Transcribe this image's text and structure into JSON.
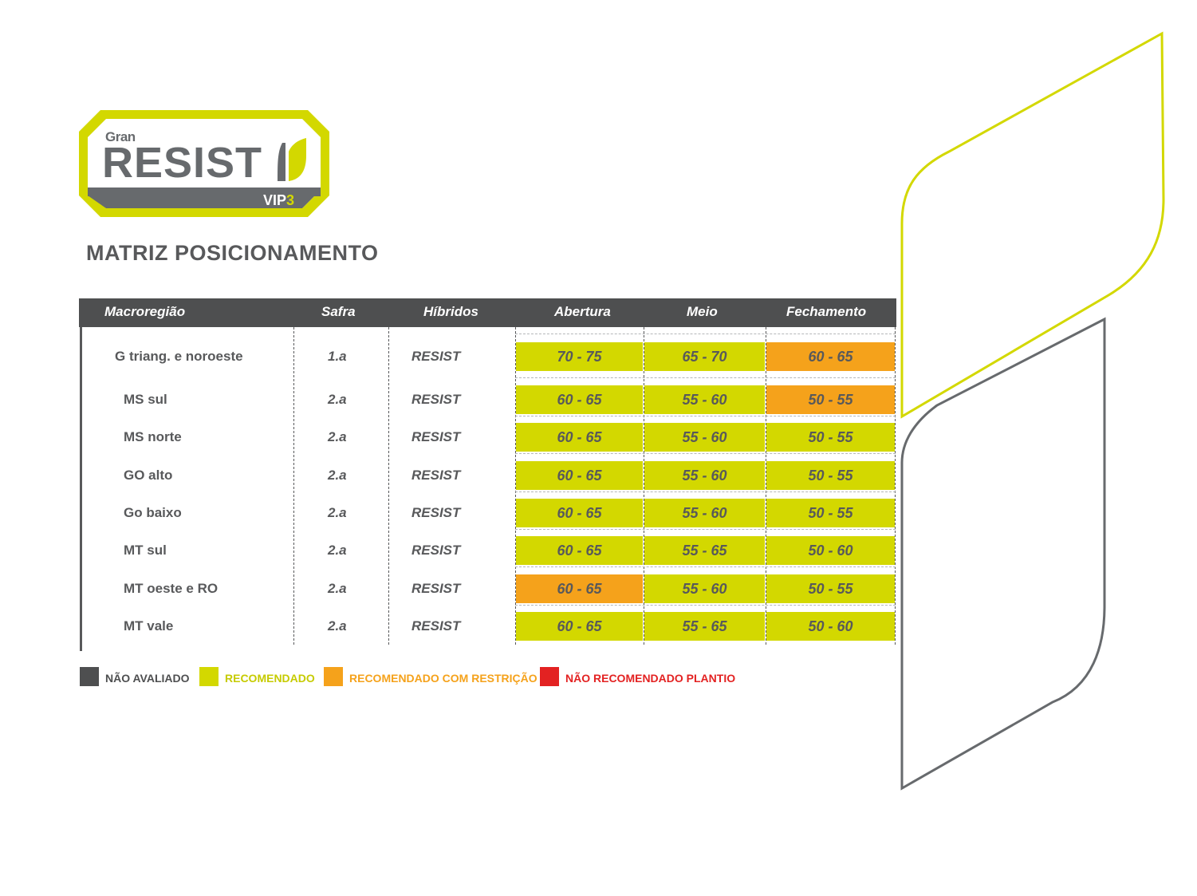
{
  "colors": {
    "gray": "#4e4f50",
    "green": "#d3d800",
    "orange": "#f5a21b",
    "red": "#e32222",
    "text": "#58595b"
  },
  "logo": {
    "gran": "Gran",
    "brand": "RESIST",
    "vip": "VIP",
    "vip_number": "3"
  },
  "page_title": "MATRIZ POSICIONAMENTO",
  "table": {
    "headers": [
      "Macroregião",
      "Safra",
      "Híbridos",
      "Abertura",
      "Meio",
      "Fechamento"
    ],
    "rows": [
      {
        "region": "G triang. e noroeste",
        "safra": "1.a",
        "hibrido": "RESIST",
        "abertura": {
          "value": "70 - 75",
          "status": "recomendado"
        },
        "meio": {
          "value": "65 - 70",
          "status": "recomendado"
        },
        "fechamento": {
          "value": "60 - 65",
          "status": "restricao"
        }
      },
      {
        "region": "MS sul",
        "safra": "2.a",
        "hibrido": "RESIST",
        "abertura": {
          "value": "60 - 65",
          "status": "recomendado"
        },
        "meio": {
          "value": "55 - 60",
          "status": "recomendado"
        },
        "fechamento": {
          "value": "50 - 55",
          "status": "restricao"
        }
      },
      {
        "region": "MS norte",
        "safra": "2.a",
        "hibrido": "RESIST",
        "abertura": {
          "value": "60 - 65",
          "status": "recomendado"
        },
        "meio": {
          "value": "55 - 60",
          "status": "recomendado"
        },
        "fechamento": {
          "value": "50 - 55",
          "status": "recomendado"
        }
      },
      {
        "region": "GO alto",
        "safra": "2.a",
        "hibrido": "RESIST",
        "abertura": {
          "value": "60 - 65",
          "status": "recomendado"
        },
        "meio": {
          "value": "55 - 60",
          "status": "recomendado"
        },
        "fechamento": {
          "value": "50 - 55",
          "status": "recomendado"
        }
      },
      {
        "region": "Go baixo",
        "safra": "2.a",
        "hibrido": "RESIST",
        "abertura": {
          "value": "60 - 65",
          "status": "recomendado"
        },
        "meio": {
          "value": "55 - 60",
          "status": "recomendado"
        },
        "fechamento": {
          "value": "50 - 55",
          "status": "recomendado"
        }
      },
      {
        "region": "MT sul",
        "safra": "2.a",
        "hibrido": "RESIST",
        "abertura": {
          "value": "60 - 65",
          "status": "recomendado"
        },
        "meio": {
          "value": "55 - 65",
          "status": "recomendado"
        },
        "fechamento": {
          "value": "50 - 60",
          "status": "recomendado"
        }
      },
      {
        "region": "MT oeste e RO",
        "safra": "2.a",
        "hibrido": "RESIST",
        "abertura": {
          "value": "60 - 65",
          "status": "restricao"
        },
        "meio": {
          "value": "55 - 60",
          "status": "recomendado"
        },
        "fechamento": {
          "value": "50 - 55",
          "status": "recomendado"
        }
      },
      {
        "region": "MT vale",
        "safra": "2.a",
        "hibrido": "RESIST",
        "abertura": {
          "value": "60 - 65",
          "status": "recomendado"
        },
        "meio": {
          "value": "55 - 65",
          "status": "recomendado"
        },
        "fechamento": {
          "value": "50 - 60",
          "status": "recomendado"
        }
      }
    ]
  },
  "legend": [
    {
      "label": "NÃO AVALIADO",
      "color": "#4e4f50",
      "text_color": "#4e4f50"
    },
    {
      "label": "RECOMENDADO",
      "color": "#d3d800",
      "text_color": "#c6cb00"
    },
    {
      "label": "RECOMENDADO COM RESTRIÇÃO",
      "color": "#f5a21b",
      "text_color": "#f5a21b"
    },
    {
      "label": "NÃO RECOMENDADO PLANTIO",
      "color": "#e32222",
      "text_color": "#e32222"
    }
  ]
}
